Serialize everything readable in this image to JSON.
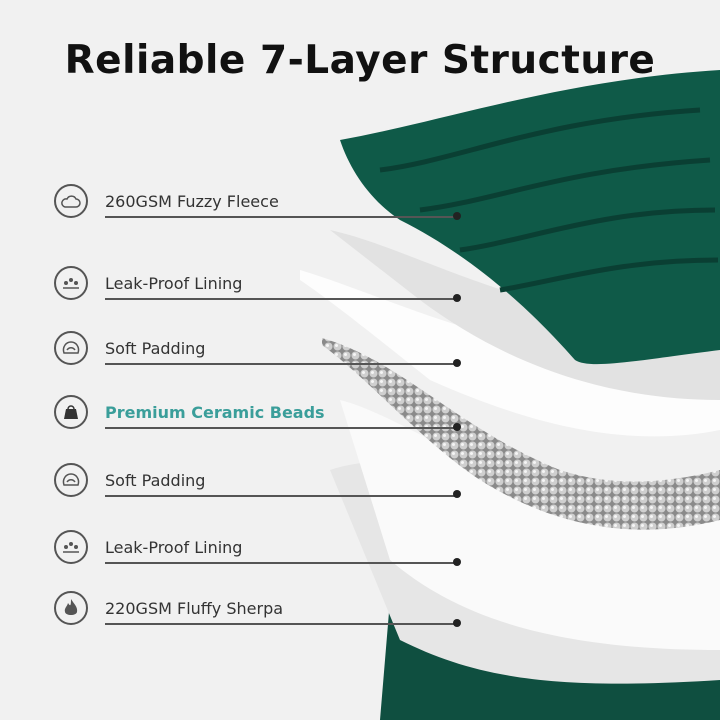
{
  "title": "Reliable 7-Layer Structure",
  "accent_color": "#3a9e9a",
  "layers": [
    {
      "label": "260GSM Fuzzy Fleece",
      "icon": "cloud-icon",
      "highlight": false
    },
    {
      "label": "Leak-Proof Lining",
      "icon": "droplets-icon",
      "highlight": false
    },
    {
      "label": "Soft Padding",
      "icon": "padding-icon",
      "highlight": false
    },
    {
      "label": "Premium Ceramic Beads",
      "icon": "weight-icon",
      "highlight": true
    },
    {
      "label": "Soft Padding",
      "icon": "padding-icon",
      "highlight": false
    },
    {
      "label": "Leak-Proof Lining",
      "icon": "droplets-icon",
      "highlight": false
    },
    {
      "label": "220GSM Fluffy Sherpa",
      "icon": "flame-icon",
      "highlight": false
    }
  ]
}
